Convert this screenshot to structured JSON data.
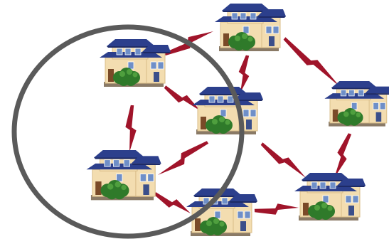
{
  "diagram": {
    "houses": [
      {
        "id": "house-top-center",
        "label": ""
      },
      {
        "id": "house-upper-left",
        "label": ""
      },
      {
        "id": "house-center",
        "label": ""
      },
      {
        "id": "house-right",
        "label": ""
      },
      {
        "id": "house-lower-left",
        "label": ""
      },
      {
        "id": "house-bottom-center",
        "label": ""
      },
      {
        "id": "house-bottom-right",
        "label": ""
      }
    ],
    "links": [
      {
        "from": "house-upper-left",
        "to": "house-top-center"
      },
      {
        "from": "house-top-center",
        "to": "house-center"
      },
      {
        "from": "house-top-center",
        "to": "house-right"
      },
      {
        "from": "house-upper-left",
        "to": "house-center"
      },
      {
        "from": "house-upper-left",
        "to": "house-lower-left"
      },
      {
        "from": "house-center",
        "to": "house-lower-left"
      },
      {
        "from": "house-center",
        "to": "house-bottom-right"
      },
      {
        "from": "house-right",
        "to": "house-bottom-right"
      },
      {
        "from": "house-lower-left",
        "to": "house-bottom-center"
      },
      {
        "from": "house-bottom-center",
        "to": "house-bottom-right"
      }
    ],
    "highlight_group": [
      "house-upper-left",
      "house-center",
      "house-lower-left",
      "house-bottom-center"
    ],
    "colors": {
      "link": "#a0142a",
      "circle": "#5a5a5a",
      "wall": "#f3ddb0",
      "wall_shade": "#d9bd88",
      "roof": "#2c3f8c",
      "roof_dark": "#1d2a66",
      "window": "#6f8fc8",
      "tree": "#2f7a2a",
      "tree_light": "#4f9f3e",
      "base": "#8a7a66",
      "door": "#7a4a28"
    }
  }
}
